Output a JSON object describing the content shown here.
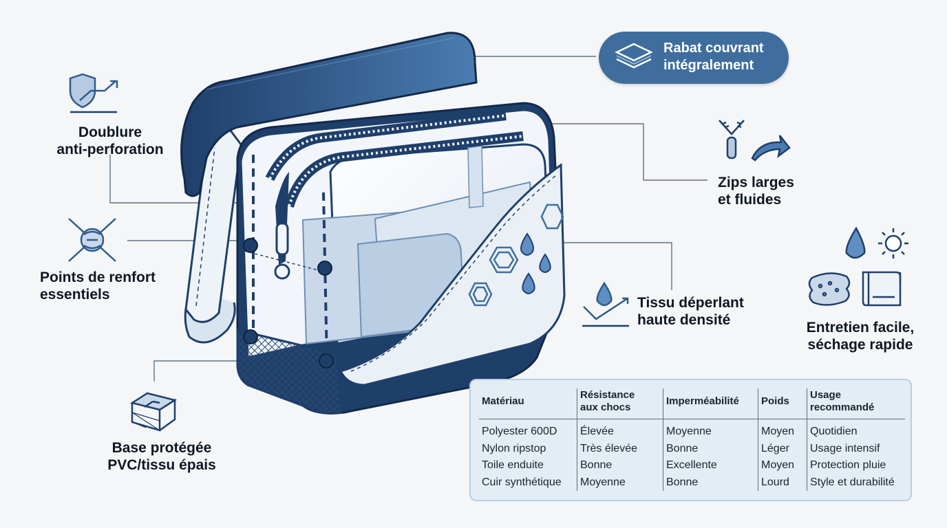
{
  "callouts": {
    "flap": [
      "Rabat couvrant",
      "intégralement"
    ],
    "lining": [
      "Doublure",
      "anti-perforation"
    ],
    "zips": [
      "Zips larges",
      "et fluides"
    ],
    "reinforcement": [
      "Points de renfort",
      "essentiels"
    ],
    "fabric": [
      "Tissu déperlant",
      "haute densité"
    ],
    "care": [
      "Entretien facile,",
      "séchage rapide"
    ],
    "base": [
      "Base protégée",
      "PVC/tissu épais"
    ]
  },
  "table": {
    "headers": [
      "Matériau",
      "Résistance\naux chocs",
      "Imperméabilité",
      "Poids",
      "Usage\nrecommandé"
    ],
    "rows": [
      [
        "Polyester 600D",
        "Élevée",
        "Moyenne",
        "Moyen",
        "Quotidien"
      ],
      [
        "Nylon ripstop",
        "Très élevée",
        "Bonne",
        "Léger",
        "Usage intensif"
      ],
      [
        "Toile enduite",
        "Bonne",
        "Excellente",
        "Moyen",
        "Protection pluie"
      ],
      [
        "Cuir synthétique",
        "Moyenne",
        "Bonne",
        "Lourd",
        "Style et durabilité"
      ]
    ]
  },
  "colors": {
    "navy": "#1f3f6b",
    "blue": "#3f6e9e",
    "light_blue": "#c9d9ea",
    "pale": "#e4ecf4",
    "background": "#f4f6f8"
  },
  "icons": [
    "stacked-layers-icon",
    "shield-arrow-icon",
    "zipper-arrow-icon",
    "knot-icon",
    "water-drop-surface-icon",
    "drop-sun-sponge-towel-icon",
    "box-base-icon"
  ]
}
